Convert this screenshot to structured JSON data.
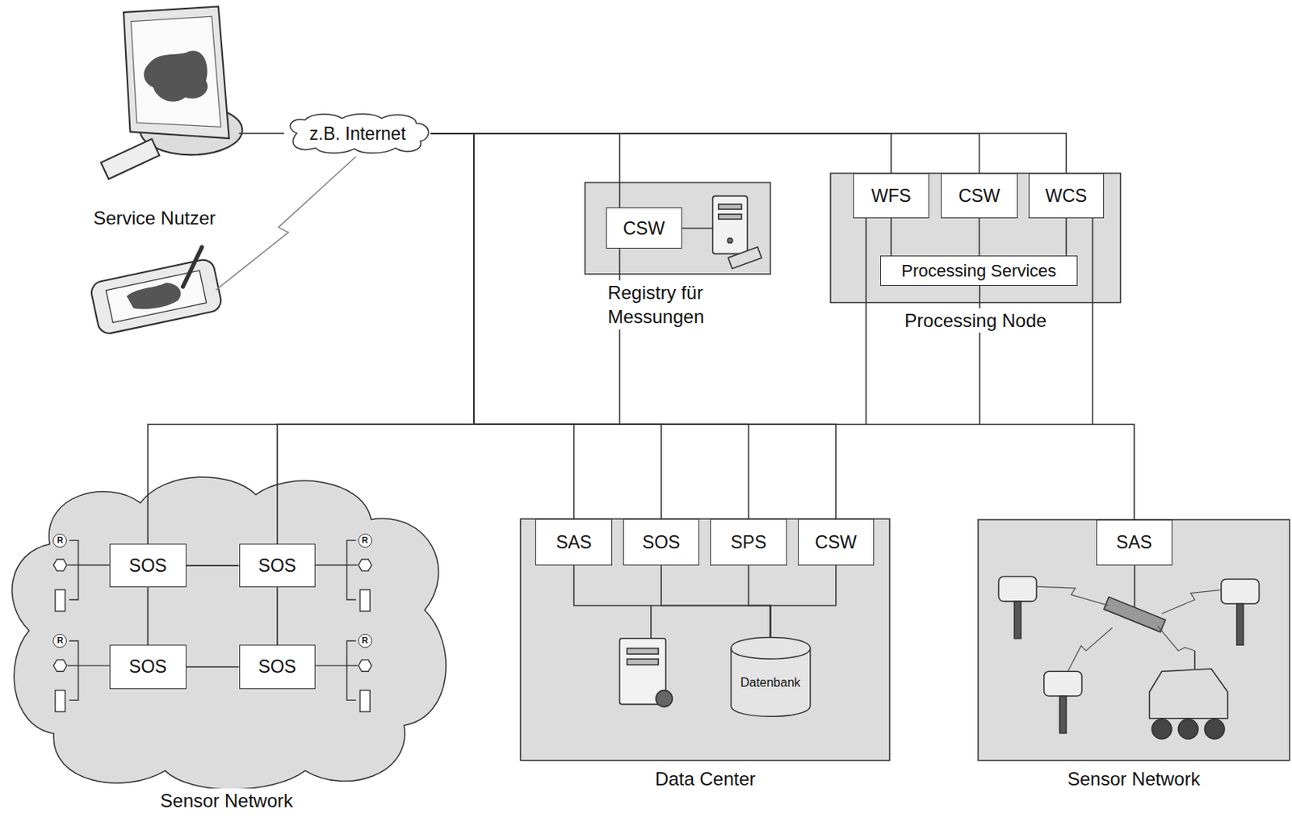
{
  "diagram": {
    "nodes": [
      {
        "text": [
          "Service Nutzer"
        ]
      },
      {
        "text": [
          "z.B. Internet"
        ]
      },
      {
        "text": [
          "Registry für Messungen"
        ]
      },
      {
        "text": [
          "CSW"
        ],
        "in": 2
      },
      {
        "text": [
          "Processing Node"
        ]
      },
      {
        "text": [
          "WFS"
        ],
        "in": 4
      },
      {
        "text": [
          "CSW"
        ],
        "in": 4
      },
      {
        "text": [
          "WCS"
        ],
        "in": 4
      },
      {
        "text": [
          "Processing Services"
        ],
        "in": 4
      },
      {
        "text": [
          "Sensor Network"
        ]
      },
      {
        "text": [
          "SOS"
        ],
        "in": 9
      },
      {
        "text": [
          "SOS"
        ],
        "in": 9
      },
      {
        "text": [
          "SOS"
        ],
        "in": 9
      },
      {
        "text": [
          "SOS"
        ],
        "in": 9
      },
      {
        "text": [
          "Data Center"
        ]
      },
      {
        "text": [
          "SAS"
        ],
        "in": 14
      },
      {
        "text": [
          "SOS"
        ],
        "in": 14
      },
      {
        "text": [
          "SPS"
        ],
        "in": 14
      },
      {
        "text": [
          "CSW"
        ],
        "in": 14
      },
      {
        "text": [
          "Datenbank"
        ],
        "in": 14
      },
      {
        "text": [
          "Sensor Network"
        ]
      },
      {
        "text": [
          "SAS"
        ],
        "in": 20
      }
    ],
    "edges": [
      {
        "from": 0,
        "to": 1,
        "arrow": "none"
      },
      {
        "from": 1,
        "to": 3,
        "arrow": "none"
      },
      {
        "from": 1,
        "to": 5,
        "arrow": "none"
      },
      {
        "from": 1,
        "to": 6,
        "arrow": "none"
      },
      {
        "from": 1,
        "to": 7,
        "arrow": "none"
      },
      {
        "from": 1,
        "to": 10,
        "arrow": "none"
      },
      {
        "from": 1,
        "to": 11,
        "arrow": "none"
      },
      {
        "from": 1,
        "to": 15,
        "arrow": "none"
      },
      {
        "from": 1,
        "to": 16,
        "arrow": "none"
      },
      {
        "from": 1,
        "to": 17,
        "arrow": "none"
      },
      {
        "from": 1,
        "to": 18,
        "arrow": "none"
      },
      {
        "from": 1,
        "to": 21,
        "arrow": "none"
      },
      {
        "from": 5,
        "to": 8,
        "arrow": "none"
      },
      {
        "from": 6,
        "to": 8,
        "arrow": "none"
      },
      {
        "from": 7,
        "to": 8,
        "arrow": "none"
      },
      {
        "from": 10,
        "to": 11,
        "arrow": "none"
      },
      {
        "from": 12,
        "to": 13,
        "arrow": "none"
      },
      {
        "from": 10,
        "to": 12,
        "arrow": "none"
      },
      {
        "from": 11,
        "to": 13,
        "arrow": "none"
      },
      {
        "from": 15,
        "to": 19,
        "arrow": "none"
      },
      {
        "from": 16,
        "to": 19,
        "arrow": "none"
      },
      {
        "from": 17,
        "to": 19,
        "arrow": "none"
      },
      {
        "from": 18,
        "to": 19,
        "arrow": "none"
      }
    ],
    "labels": [
      "R",
      "R",
      "R",
      "R"
    ]
  }
}
